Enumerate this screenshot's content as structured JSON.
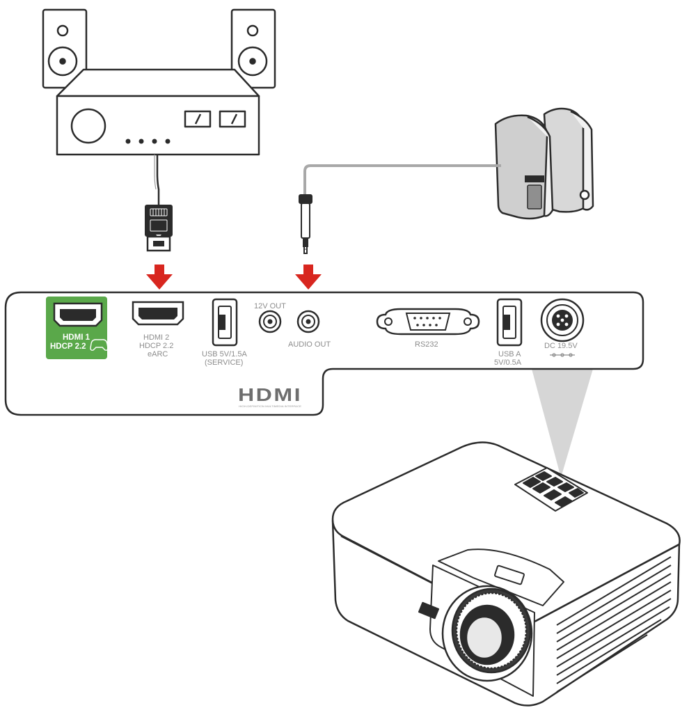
{
  "panel": {
    "hdmi1": {
      "line1": "HDMI 1",
      "line2": "HDCP 2.2"
    },
    "hdmi2": {
      "line1": "HDMI 2",
      "line2": "HDCP 2.2",
      "line3": "eARC"
    },
    "usb_service": {
      "line1": "USB 5V/1.5A",
      "line2": "(SERVICE)"
    },
    "out_12v": "12V OUT",
    "audio_out": "AUDIO OUT",
    "rs232": "RS232",
    "usb_a": {
      "line1": "USB A",
      "line2": "5V/0.5A"
    },
    "dc": "DC 19.5V",
    "hdmi_logo": "HDMI",
    "hdmi_logo_tagline": "HIGH-DEFINITION MULTIMEDIA INTERFACE"
  },
  "colors": {
    "highlight": "#5aa84a",
    "arrow": "#d8261f",
    "line": "#2b2b2b",
    "beam": "#d6d6d6",
    "cable_grey": "#a8a8a8"
  }
}
